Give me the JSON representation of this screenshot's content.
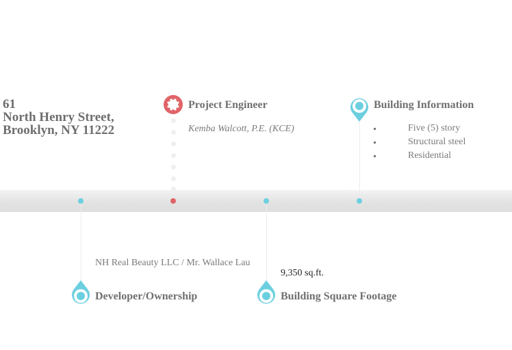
{
  "address": {
    "line1": "61",
    "line2": "North Henry Street,",
    "line3": "Brooklyn, NY 11222"
  },
  "milestones": {
    "engineer": {
      "title": "Project Engineer",
      "text": "Kemba Walcott, P.E. (KCE)",
      "icon": "gear-icon"
    },
    "building": {
      "title": "Building Information",
      "items": [
        "Five (5) story",
        "Structural steel",
        "Residential"
      ],
      "icon": "map-pin-icon"
    },
    "developer": {
      "title": "Developer/Ownership",
      "text": "NH Real Beauty LLC / Mr. Wallace Lau",
      "icon": "map-pin-icon"
    },
    "footage": {
      "title": "Building Square Footage",
      "text": "9,350 sq.ft.",
      "icon": "map-pin-icon"
    }
  },
  "colors": {
    "cyan": "#6ccfdf",
    "red": "#e06468",
    "text": "#777777"
  }
}
